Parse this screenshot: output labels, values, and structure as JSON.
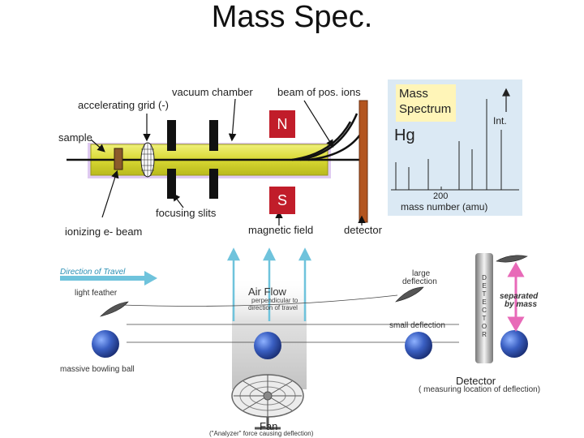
{
  "title": "Mass Spec.",
  "top_diagram": {
    "labels": {
      "vacuum_chamber": "vacuum chamber",
      "beam": "beam  of pos. ions",
      "accelerating_grid": "accelerating grid (-)",
      "sample": "sample",
      "ionizing_beam": "ionizing e- beam",
      "focusing_slits": "focusing slits",
      "magnetic_field": "magnetic field",
      "detector": "detector",
      "north": "N",
      "south": "S"
    },
    "colors": {
      "chamber": "#d8d832",
      "magnet": "#c11d2a",
      "detector": "#b3551f",
      "spectrum_panel": "#dbe9f4",
      "spectrum_title_bg": "#fff5b8"
    }
  },
  "spectrum": {
    "title_line1": "Mass",
    "title_line2": "Spectrum",
    "element": "Hg",
    "y_label": "Int.",
    "x_tick": "200",
    "x_label": "mass number (amu)"
  },
  "bottom_diagram": {
    "direction_of_travel": "Direction of Travel",
    "light_feather": "light feather",
    "air_flow": "Air Flow",
    "air_flow_sub1": "perpendicular to",
    "air_flow_sub2": "direction of travel",
    "large_deflection_1": "large",
    "large_deflection_2": "deflection",
    "small_deflection": "small deflection",
    "detector_vertical": [
      "D",
      "E",
      "T",
      "E",
      "C",
      "T",
      "O",
      "R"
    ],
    "separated_1": "separated",
    "separated_2": "by mass",
    "bowling_ball": "massive bowling ball",
    "detector_label": "Detector",
    "detector_sub": "( measuring location of deflection)",
    "fan": "Fan",
    "fan_sub": "(\"Analyzer\" force causing deflection)",
    "colors": {
      "arrow_blue": "#6fc3dc",
      "ball": "#3a5fc2",
      "pink": "#e86ab8"
    }
  }
}
